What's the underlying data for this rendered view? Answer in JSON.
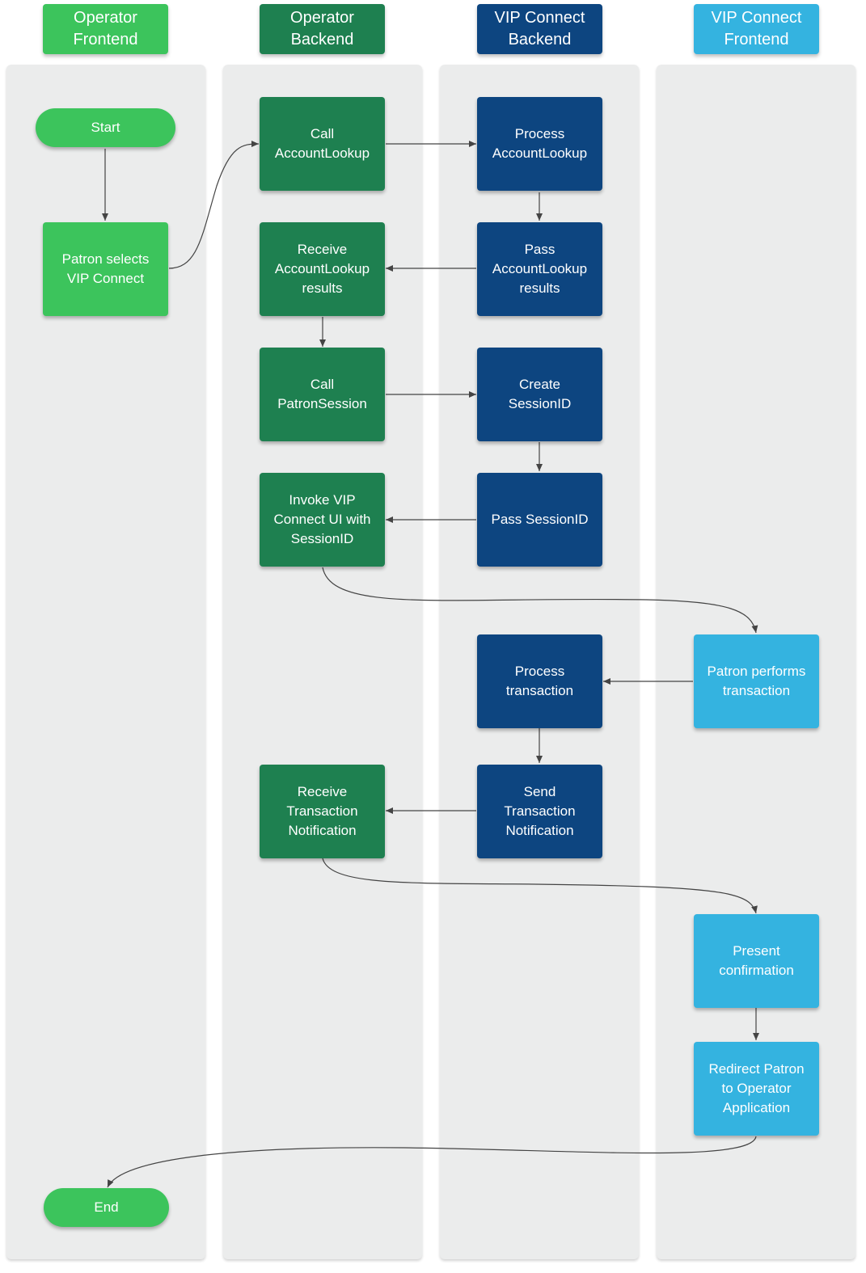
{
  "colors": {
    "operator_frontend": "#3cc45c",
    "operator_backend": "#1e8050",
    "vip_backend": "#0d4580",
    "vip_frontend": "#34b3e0",
    "lane_bg": "#ebecec",
    "connector": "#444444"
  },
  "lanes": {
    "operator_frontend": "Operator\nFrontend",
    "operator_backend": "Operator\nBackend",
    "vip_backend": "VIP Connect\nBackend",
    "vip_frontend": "VIP Connect\nFrontend"
  },
  "nodes": {
    "start": "Start",
    "patron_selects": "Patron selects\nVIP Connect",
    "call_account_lookup": "Call\nAccountLookup",
    "process_account_lookup": "Process\nAccountLookup",
    "receive_results": "Receive\nAccountLookup\nresults",
    "pass_results": "Pass\nAccountLookup\nresults",
    "call_patron_session": "Call\nPatronSession",
    "create_session": "Create\nSessionID",
    "invoke_ui": "Invoke VIP\nConnect UI with\nSessionID",
    "pass_session": "Pass SessionID",
    "process_transaction": "Process\ntransaction",
    "patron_performs": "Patron performs\ntransaction",
    "receive_notification": "Receive\nTransaction\nNotification",
    "send_notification": "Send\nTransaction\nNotification",
    "present_confirmation": "Present\nconfirmation",
    "redirect_patron": "Redirect Patron\nto Operator\nApplication",
    "end": "End"
  }
}
